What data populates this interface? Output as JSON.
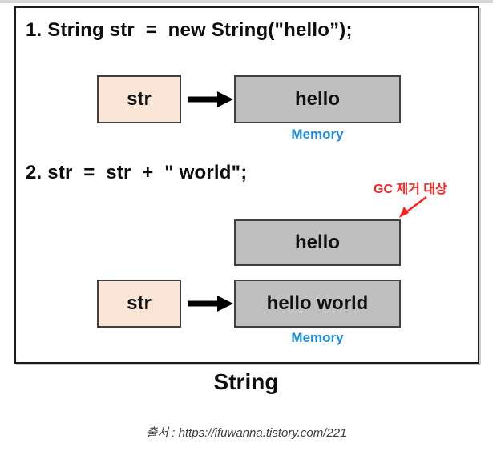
{
  "diagram": {
    "step1": {
      "statement": "1. String str  =  new String(\"hello”);",
      "var_label": "str",
      "mem_value": "hello",
      "mem_label": "Memory"
    },
    "step2": {
      "statement": "2. str  =  str  +  \" world\";",
      "gc_label": "GC 제거 대상",
      "old_value": "hello",
      "var_label": "str",
      "mem_value": "hello world",
      "mem_label": "Memory"
    },
    "caption": "String"
  },
  "footer": {
    "source": "출처 : https://ifuwanna.tistory.com/221"
  },
  "colors": {
    "var_box_fill": "#fbe5d6",
    "mem_box_fill": "#bfbfbf",
    "memory_label": "#1e8cd7",
    "gc_label": "#ff1f1f",
    "arrow": "#000000",
    "frame_border": "#1a1a1a"
  }
}
